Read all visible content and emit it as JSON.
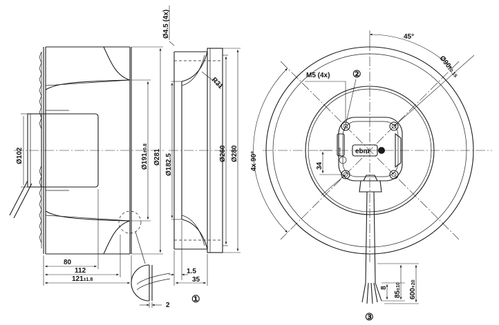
{
  "side_view": {
    "dia_inlet": "Ø102",
    "dia_191": "Ø191",
    "dia_191_tol": "±0.8",
    "dia_281": "Ø281",
    "len_80": "80",
    "len_112": "112",
    "len_121": "121",
    "len_121_tol": "±1.8",
    "detail_gap": "2"
  },
  "section_view": {
    "hole_dia": "Ø4.5 (4x)",
    "radius": "R31",
    "dia_182": "Ø182.5",
    "dia_260": "Ø260",
    "dia_280": "Ø280",
    "thickness_1_5": "1.5",
    "thickness_35": "35",
    "callout_1": "①"
  },
  "front_view": {
    "angle_45": "45°",
    "angle_4x90": "4x 90°",
    "thread": "M5 (4x)",
    "callout_2": "②",
    "callout_3": "③",
    "bolt_circle": "Ø90",
    "bolt_circle_tol": "±0.15",
    "offset_34": "34",
    "wire_8": "8",
    "wire_85": "85",
    "wire_85_tol": "±10",
    "wire_600": "600",
    "wire_600_tol": "+20"
  },
  "logo": "ebm"
}
